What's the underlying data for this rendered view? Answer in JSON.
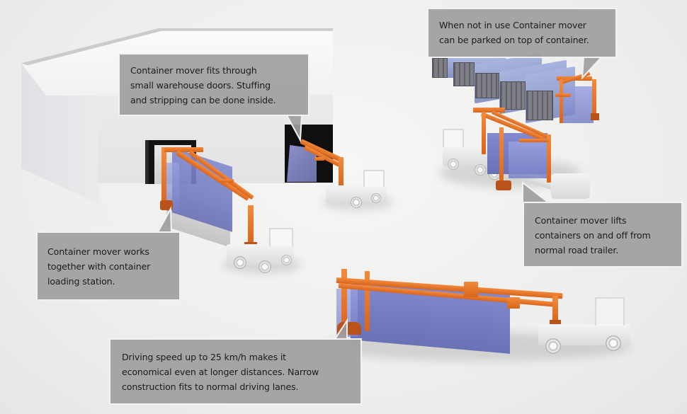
{
  "infographic": {
    "subject": "Container mover use cases",
    "colors": {
      "mover_orange": "#e4701f",
      "container_blue": "#8a92d2",
      "callout_gray": "#9e9e9e",
      "callout_border": "#f2f2f2",
      "callout_text": "#1c1c1c",
      "background": "#f0f0ef"
    },
    "callouts": [
      {
        "id": "parked-on-container",
        "lines": [
          "When not in use Container mover",
          "can be parked on top of container."
        ]
      },
      {
        "id": "warehouse-doors",
        "lines": [
          "Container mover fits through",
          "small warehouse doors. Stuffing",
          "and stripping can be done inside."
        ]
      },
      {
        "id": "road-trailer",
        "lines": [
          "Container mover lifts",
          "containers on and off from",
          "normal road trailer."
        ]
      },
      {
        "id": "loading-station",
        "lines": [
          "Container mover works",
          "together with container",
          "loading station."
        ]
      },
      {
        "id": "driving-speed",
        "lines": [
          "Driving speed up to 25 km/h makes it",
          "economical even at longer distances. Narrow",
          "construction fits to normal driving lanes."
        ]
      }
    ],
    "scene_elements": [
      "warehouse",
      "warehouse-door-left",
      "warehouse-door-right",
      "parked-container-row",
      "mover-parked-on-container",
      "mover-with-road-trailer",
      "mover-at-loading-station",
      "mover-inside-warehouse",
      "mover-driving"
    ]
  }
}
